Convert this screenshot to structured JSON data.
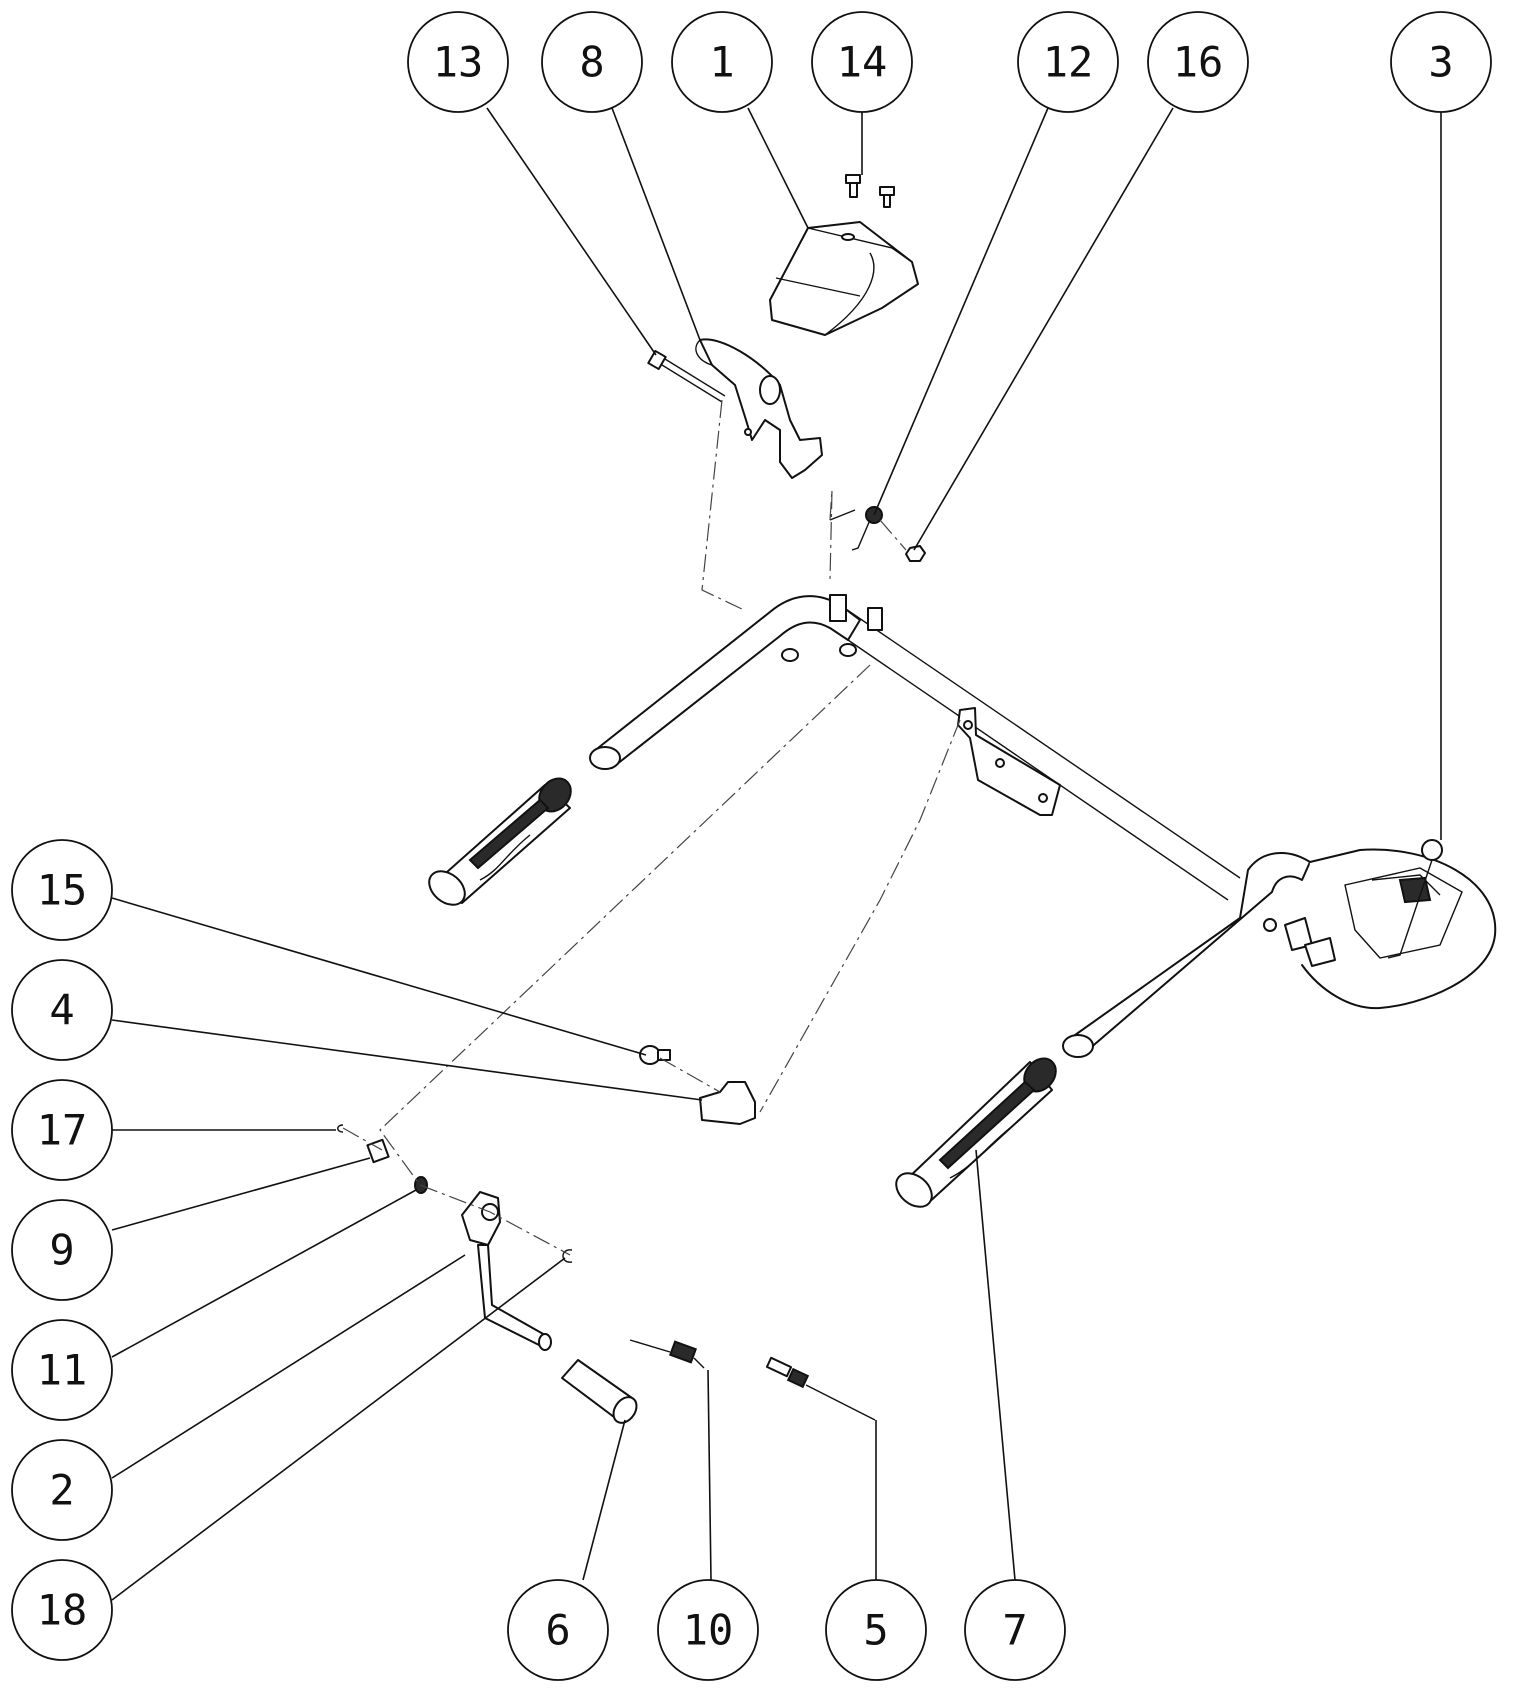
{
  "diagram": {
    "callouts": [
      {
        "id": "13"
      },
      {
        "id": "8"
      },
      {
        "id": "1"
      },
      {
        "id": "14"
      },
      {
        "id": "12"
      },
      {
        "id": "16"
      },
      {
        "id": "3"
      },
      {
        "id": "15"
      },
      {
        "id": "4"
      },
      {
        "id": "17"
      },
      {
        "id": "9"
      },
      {
        "id": "11"
      },
      {
        "id": "2"
      },
      {
        "id": "18"
      },
      {
        "id": "6"
      },
      {
        "id": "10"
      },
      {
        "id": "5"
      },
      {
        "id": "7"
      }
    ]
  }
}
